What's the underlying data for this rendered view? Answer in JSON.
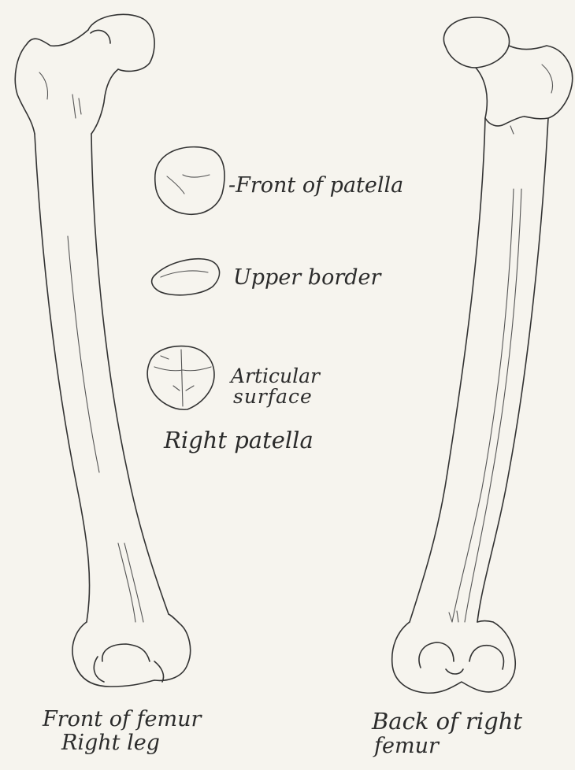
{
  "labels": {
    "front_of_patella": "-Front of patella",
    "upper_border": "Upper border",
    "articular_line1": "Articular",
    "articular_line2": "surface",
    "right_patella": "Right patella",
    "front_femur_line1": "Front of femur",
    "front_femur_line2": "Right leg",
    "back_femur_line1": "Back of right",
    "back_femur_line2": "femur"
  },
  "colors": {
    "background": "#f6f4ee",
    "ink": "#333333"
  }
}
